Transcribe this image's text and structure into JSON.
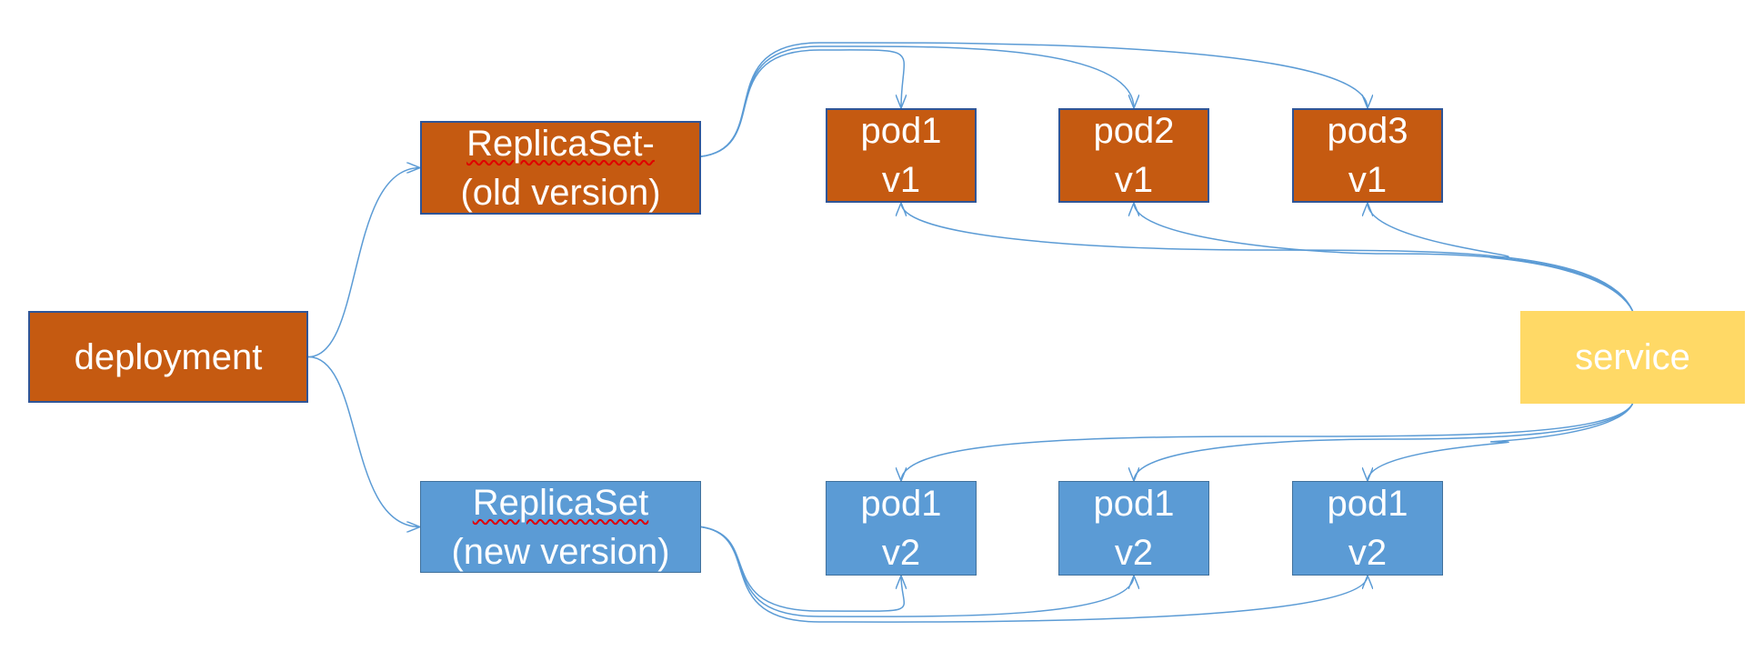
{
  "colors": {
    "orange": "#c55a11",
    "blue": "#5b9bd5",
    "yellow": "#ffd966",
    "connector": "#5b9bd5",
    "spellcheck": "#e00000"
  },
  "nodes": {
    "deployment": {
      "line1": "deployment"
    },
    "replicaset_old": {
      "line1": "ReplicaSet-",
      "line2": "(old version)"
    },
    "replicaset_new": {
      "line1": "ReplicaSet",
      "line2": "(new version)"
    },
    "pod_old_1": {
      "line1": "pod1",
      "line2": "v1"
    },
    "pod_old_2": {
      "line1": "pod2",
      "line2": "v1"
    },
    "pod_old_3": {
      "line1": "pod3",
      "line2": "v1"
    },
    "pod_new_1": {
      "line1": "pod1",
      "line2": "v2"
    },
    "pod_new_2": {
      "line1": "pod1",
      "line2": "v2"
    },
    "pod_new_3": {
      "line1": "pod1",
      "line2": "v2"
    },
    "service": {
      "line1": "service"
    }
  },
  "edges": [
    {
      "from": "deployment",
      "to": "replicaset_old"
    },
    {
      "from": "deployment",
      "to": "replicaset_new"
    },
    {
      "from": "replicaset_old",
      "to": "pod_old_1"
    },
    {
      "from": "replicaset_old",
      "to": "pod_old_2"
    },
    {
      "from": "replicaset_old",
      "to": "pod_old_3"
    },
    {
      "from": "replicaset_new",
      "to": "pod_new_1"
    },
    {
      "from": "replicaset_new",
      "to": "pod_new_2"
    },
    {
      "from": "replicaset_new",
      "to": "pod_new_3"
    },
    {
      "from": "service",
      "to": "pod_old_1"
    },
    {
      "from": "service",
      "to": "pod_old_2"
    },
    {
      "from": "service",
      "to": "pod_old_3"
    },
    {
      "from": "service",
      "to": "pod_new_1"
    },
    {
      "from": "service",
      "to": "pod_new_2"
    },
    {
      "from": "service",
      "to": "pod_new_3"
    }
  ]
}
